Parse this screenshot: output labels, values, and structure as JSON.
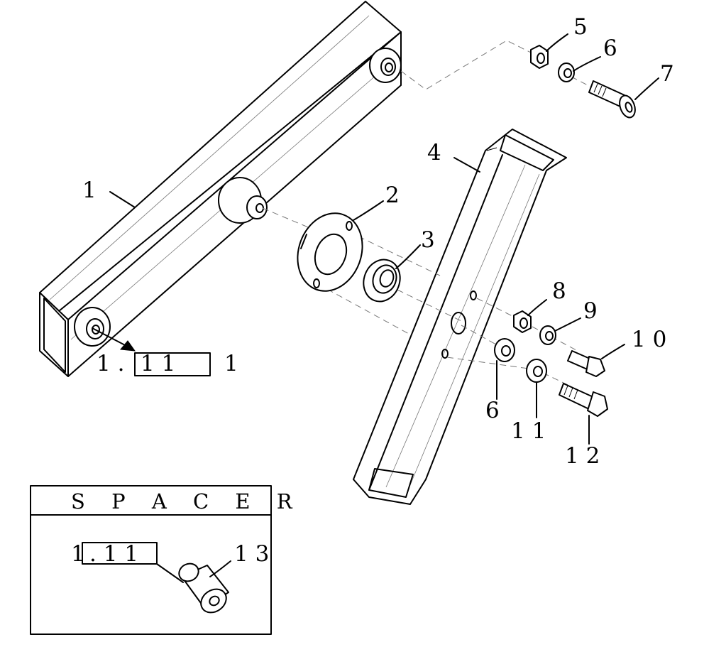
{
  "callouts": {
    "c1": "1",
    "c2": "2",
    "c3": "3",
    "c4": "4",
    "c5": "5",
    "c6a": "6",
    "c6b": "6",
    "c7": "7",
    "c8": "8",
    "c9": "9",
    "c10": "1 0",
    "c11": "1 1",
    "c12": "1 2",
    "c13": "1 3"
  },
  "references": {
    "ref_main_prefix": "1 .",
    "ref_main_box": "1 1",
    "ref_main_suffix": "1",
    "ref_spacer_prefix": "1",
    "ref_spacer_box": ". 1 1"
  },
  "inset": {
    "title": "S P A C E R"
  }
}
